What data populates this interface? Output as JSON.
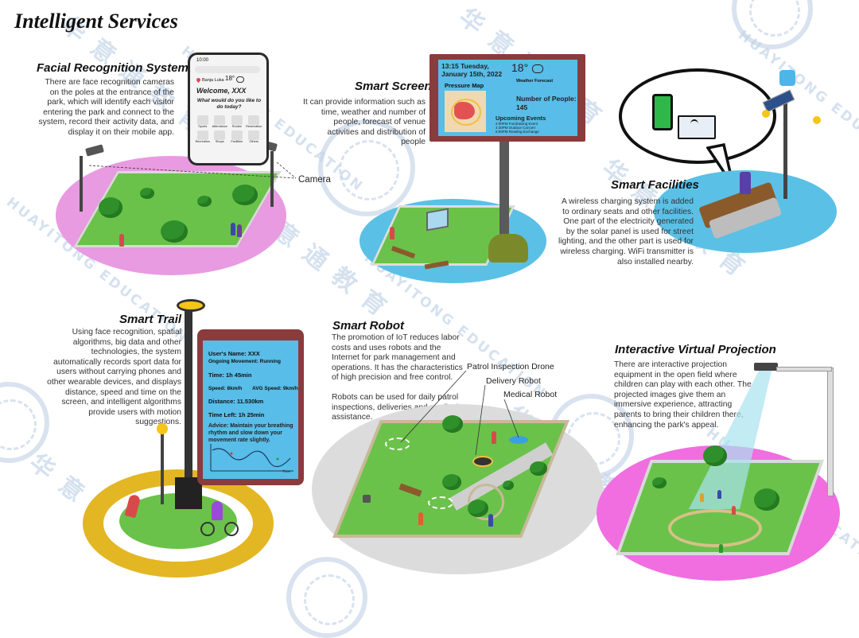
{
  "page": {
    "title": "Intelligent Services"
  },
  "watermark": {
    "cn": "华 意 通 教 育",
    "en": "HUAYITONG EDUCATION",
    "seal_text": "HUAYITONG"
  },
  "colors": {
    "pink_platform": "#e89be0",
    "screen_blue": "#58bde8",
    "grass": "#6bc24a",
    "yellow_ring": "#e3b623",
    "sky_platform": "#5bc0e6"
  },
  "sections": {
    "facial": {
      "title": "Facial Recognition System",
      "desc": "There are face recognition cameras on the poles at the entrance of the park, which will identify each visitor entering the park and connect to the system, record their activity data, and display it on their mobile app.",
      "camera_label": "Camera",
      "phone": {
        "time": "10:00",
        "location": "Banja Luka",
        "temp": "18°",
        "welcome": "Welcome, XXX",
        "question": "What would do you like to do today?",
        "icons": [
          "Sports",
          "Attendance",
          "Routes",
          "Reservation",
          "Recreation",
          "Shops",
          "Facilities",
          "Others"
        ]
      }
    },
    "screen": {
      "title": "Smart Screen",
      "desc": "It can provide information such as time, weather and number of people, forecast of venue activities and distribution of people",
      "display": {
        "datetime": "13:15 Tuesday, January 15th, 2022",
        "temp": "18°",
        "pressure_map": "Pressure Map",
        "weather_forecast": "Weather Forecast",
        "people_label": "Number of People:",
        "people_count": "145",
        "events_title": "Upcoming Events",
        "events": [
          "2:00PM  Fundraising Event",
          "4:30PM  Outdoor Concert",
          "6:00PM  Reading Exchange"
        ]
      }
    },
    "facilities": {
      "title": "Smart Facilities",
      "desc": "A wireless charging system is added to ordinary seats and other facilities. One part of the electricity generated by the solar panel is used for street lighting, and the other part is used for wireless charging. WiFi transmitter is also installed nearby."
    },
    "trail": {
      "title": "Smart Trail",
      "desc": "Using face recognition, spatial algorithms, big data and other technologies, the system automatically records sport data for users without carrying phones and other wearable devices, and displays distance, speed and time on the screen, and intelligent algorithms provide users with motion suggestions.",
      "display": {
        "user": "User's Name: XXX",
        "movement": "Ongoing Movement:  Running",
        "time": "Time: 1h 45min",
        "speed": "Speed: 8km/h",
        "avg_speed": "AVG Speed: 9km/h",
        "distance": "Distance: 11.530km",
        "time_left": "Time Left: 1h 25min",
        "advice": "Advice: Maintain your breathing rhythm and slow down your movement rate slightly.",
        "chart_x": "Time"
      }
    },
    "robot": {
      "title": "Smart Robot",
      "desc1": "The promotion of IoT reduces labor costs and uses robots and the Internet for park management and operations. It has the characteristics of high precision and free control.",
      "desc2": "Robots can be used for daily patrol inspections, deliveries and medical assistance.",
      "labels": {
        "drone": "Patrol Inspection Drone",
        "delivery": "Delivery Robot",
        "medical": "Medical Robot"
      }
    },
    "projection": {
      "title": "Interactive Virtual Projection",
      "desc": "There are interactive projection equipment in the open field where children can play with each other. The projected images give them an immersive experience, attracting parents to bring their children there, enhancing the park's appeal."
    }
  }
}
